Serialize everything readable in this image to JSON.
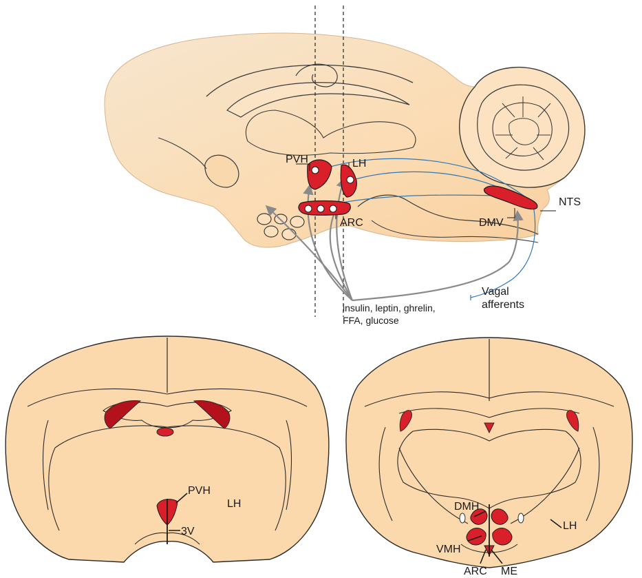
{
  "colors": {
    "tissue": "#fbd9ad",
    "tissue_outline": "#2a2a2a",
    "nucleus": "#d9202a",
    "vagal": "#2f78b5",
    "hormone_arrow": "#8a8a8a",
    "dashed_line": "#222222",
    "text": "#1a1a1a"
  },
  "sagittal": {
    "labels": {
      "pvh": "PVH",
      "lh": "LH",
      "arc": "ARC",
      "nts": "NTS",
      "dmv": "DMV",
      "vagal_line1": "Vagal",
      "vagal_line2": "afferents",
      "signals_line1": "insulin, leptin, ghrelin,",
      "signals_line2": "FFA, glucose"
    }
  },
  "coronal_left": {
    "labels": {
      "pvh": "PVH",
      "lh": "LH",
      "third_ventricle": "3V"
    }
  },
  "coronal_right": {
    "labels": {
      "dmh": "DMH",
      "vmh": "VMH",
      "arc": "ARC",
      "me": "ME",
      "lh": "LH"
    }
  }
}
